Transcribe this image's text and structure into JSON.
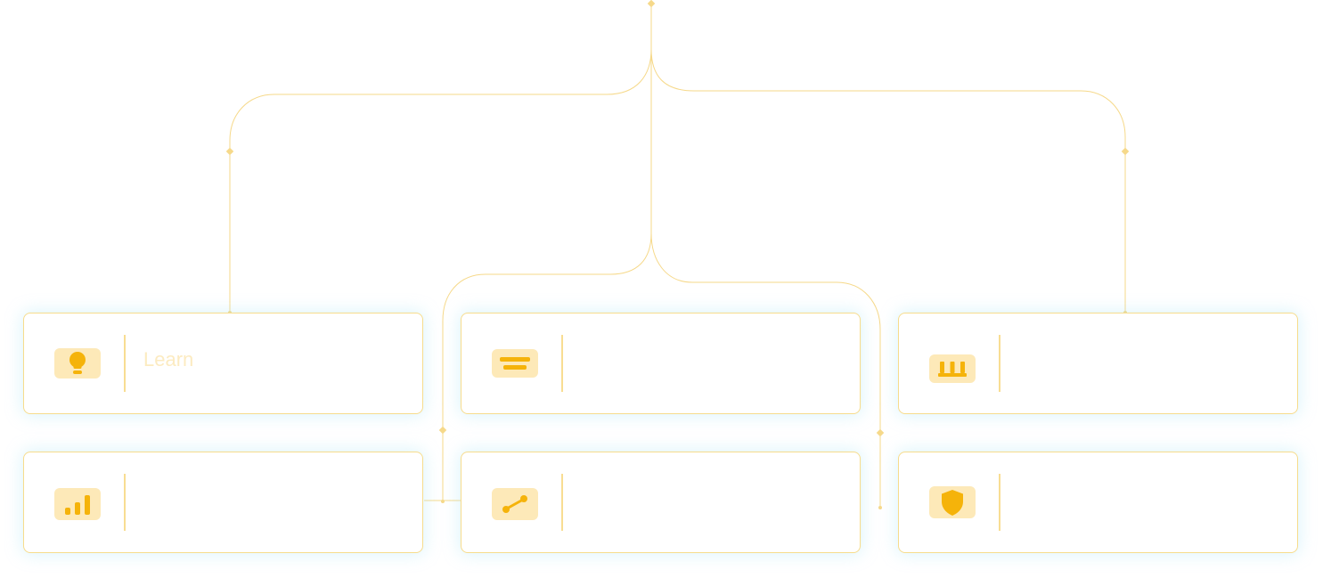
{
  "colors": {
    "line": "#f6d98a",
    "accent": "#f5b30a",
    "tile": "#fde9b8",
    "label": "#fcebc1"
  },
  "cards": [
    {
      "id": "lightbulb",
      "icon": "lightbulb-icon",
      "label": "Learn"
    },
    {
      "id": "text-lines",
      "icon": "text-lines-icon",
      "label": ""
    },
    {
      "id": "columns",
      "icon": "columns-icon",
      "label": ""
    },
    {
      "id": "bar-chart",
      "icon": "bar-chart-icon",
      "label": ""
    },
    {
      "id": "link",
      "icon": "link-icon",
      "label": ""
    },
    {
      "id": "shield",
      "icon": "shield-icon",
      "label": ""
    }
  ]
}
